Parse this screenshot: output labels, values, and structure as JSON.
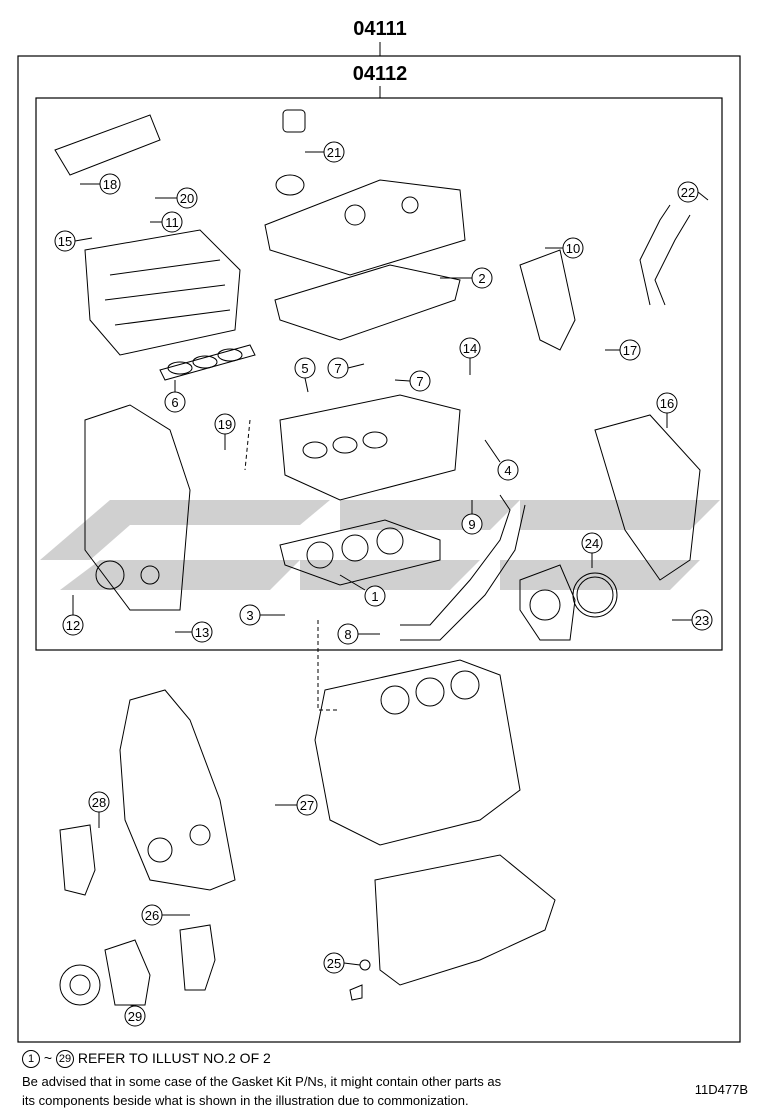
{
  "diagram": {
    "outer_code": "04111",
    "inner_code": "04112",
    "figure_id": "11D477B",
    "callouts": [
      "1",
      "2",
      "3",
      "4",
      "5",
      "6",
      "7",
      "7",
      "8",
      "9",
      "10",
      "11",
      "12",
      "13",
      "14",
      "15",
      "16",
      "17",
      "18",
      "19",
      "20",
      "21",
      "22",
      "23",
      "24",
      "25",
      "26",
      "27",
      "28",
      "29"
    ]
  },
  "footer": {
    "ref_start": "1",
    "ref_sep": "~",
    "ref_end": "29",
    "ref_text": "REFER TO ILLUST NO.2 OF 2",
    "note_line1": "Be advised that in some case of the Gasket Kit P/Ns,  it might contain other parts as",
    "note_line2": "its components beside what is shown in the illustration due to commonization."
  },
  "colors": {
    "line": "#000000",
    "watermark": "#c8c8c8",
    "background": "#ffffff"
  }
}
